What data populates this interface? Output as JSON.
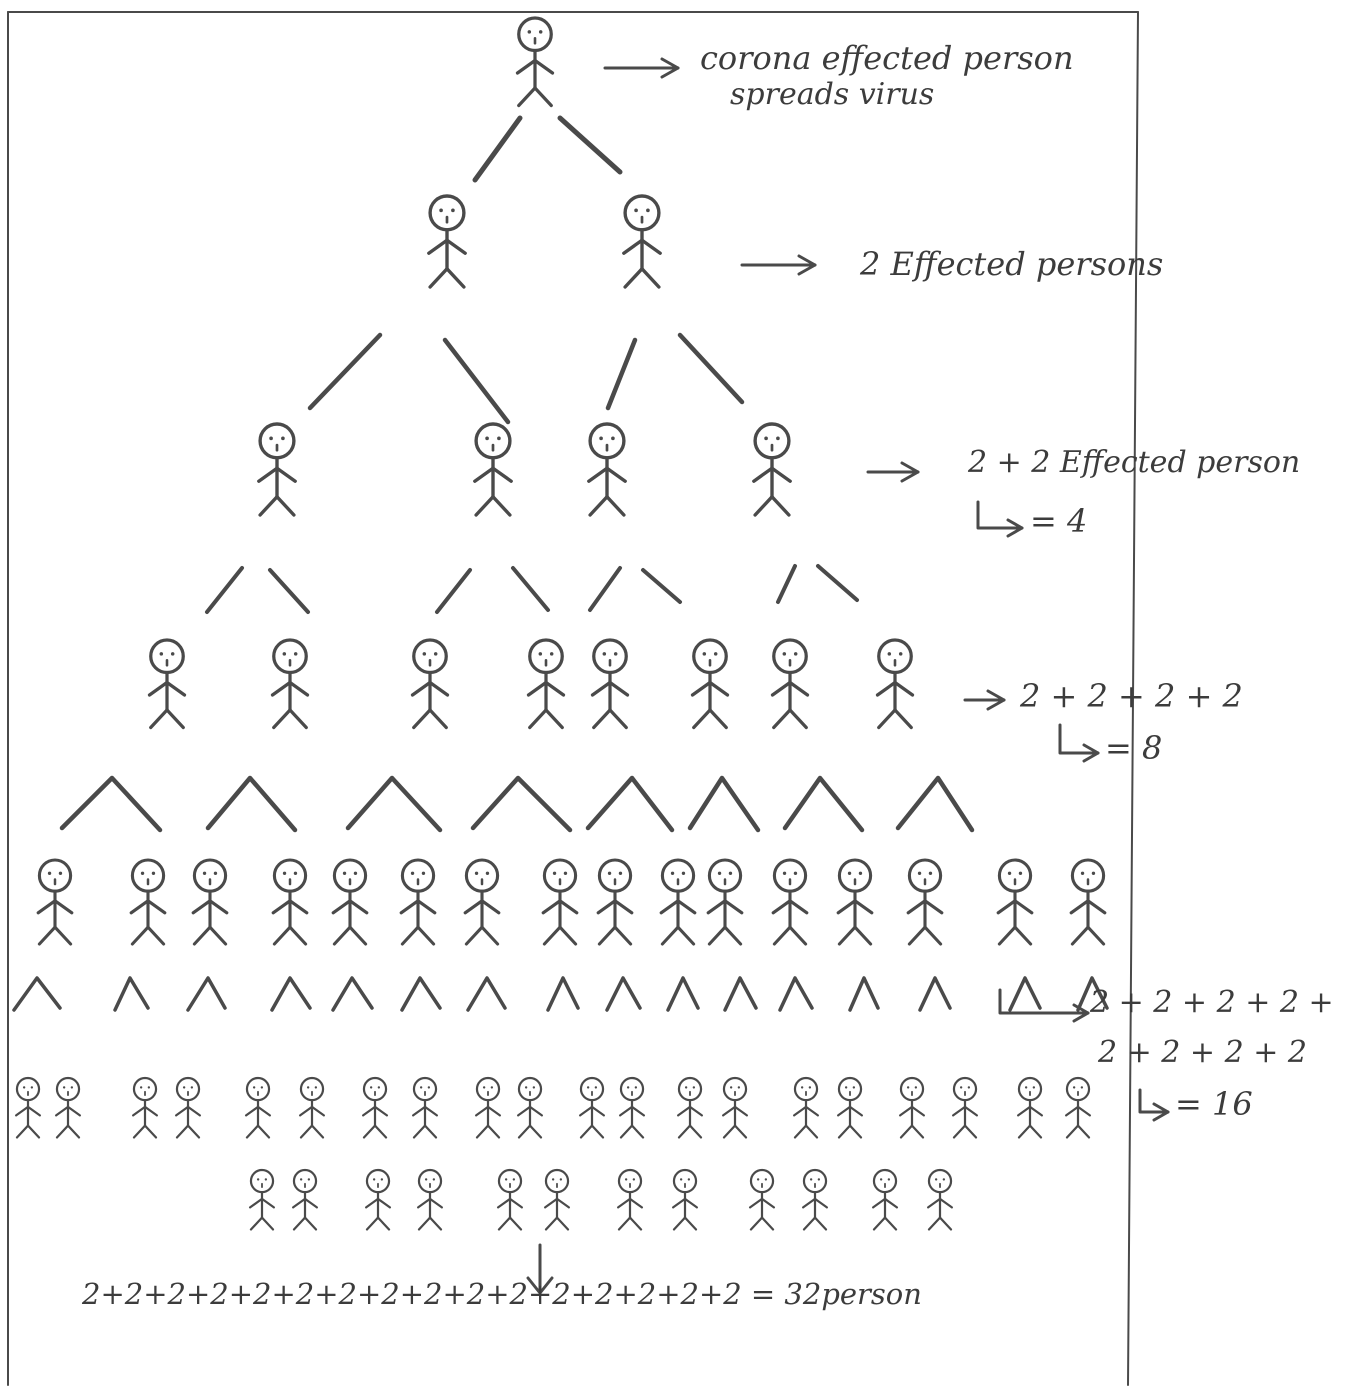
{
  "ink_color": "#4a4a4a",
  "labels": {
    "level1_line1": "corona effected person",
    "level1_line2": "spreads virus",
    "level2": "2 Effected persons",
    "level3_line1": "2 + 2 Effected person",
    "level3_line2": "= 4",
    "level4_line1": "2 + 2 + 2 + 2",
    "level4_line2": "= 8",
    "level5_line1": "2 + 2 + 2 + 2 +",
    "level5_line2": "2 + 2 + 2 + 2",
    "level5_line3": "= 16",
    "bottom_sum": "2+2+2+2+2+2+2+2+2+2+2+2+2+2+2+2 = 32person"
  },
  "tree_levels": [
    1,
    2,
    4,
    8,
    16,
    32
  ]
}
